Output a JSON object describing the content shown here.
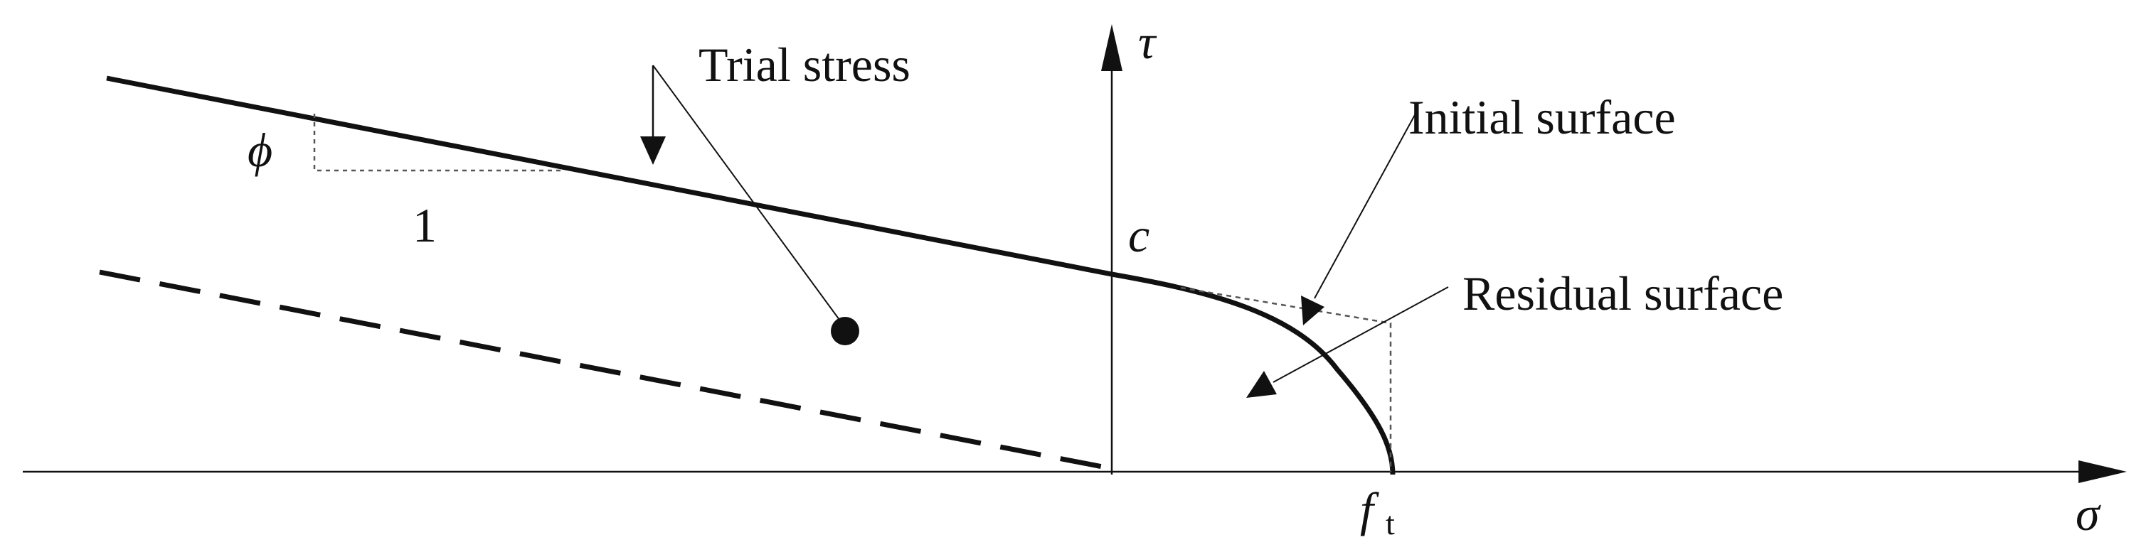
{
  "labels": {
    "trial_stress": "Trial stress",
    "initial_surface": "Initial surface",
    "residual_surface": "Residual surface",
    "slope_run": "1"
  },
  "symbols": {
    "tau": "τ",
    "sigma": "σ",
    "phi": "ϕ",
    "cohesion": "c",
    "tensile_main": "f",
    "tensile_sub": "t"
  },
  "colors": {
    "ink": "#111111",
    "construction": "#555555"
  }
}
